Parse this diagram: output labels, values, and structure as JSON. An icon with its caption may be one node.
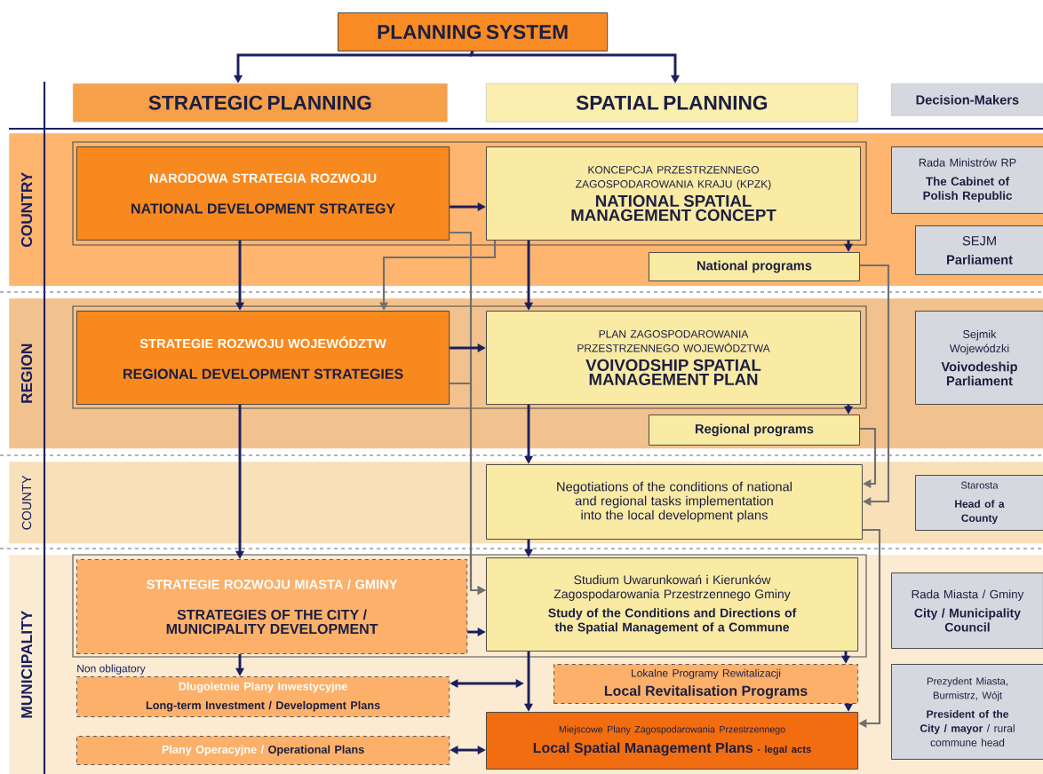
{
  "diagram": {
    "nodes": [
      {
        "text": [
          "PLANNING SYSTEM"
        ]
      },
      {
        "text": [
          "STRATEGIC PLANNING"
        ]
      },
      {
        "text": [
          "SPATIAL PLANNING"
        ]
      },
      {
        "text": [
          "Decision-Makers"
        ]
      },
      {
        "text": [
          "COUNTRY"
        ]
      },
      {
        "text": [
          "NARODOWA STRATEGIA ROZWOJU",
          "NATIONAL DEVELOPMENT STRATEGY"
        ],
        "in": 4
      },
      {
        "text": [
          "KONCEPCJA PRZESTRZENNEGO ZAGOSPODAROWANIA KRAJU (KPZK)",
          "NATIONAL SPATIAL MANAGEMENT CONCEPT"
        ],
        "in": 4
      },
      {
        "text": [
          "National programs"
        ],
        "in": 4
      },
      {
        "text": [
          "Rada Ministrów RP",
          "The Cabinet of Polish Republic"
        ],
        "in": 4
      },
      {
        "text": [
          "SEJM",
          "Parliament"
        ],
        "in": 4
      },
      {
        "text": [
          "REGION"
        ]
      },
      {
        "text": [
          "STRATEGIE ROZWOJU WOJEWÓDZTW",
          "REGIONAL DEVELOPMENT STRATEGIES"
        ],
        "in": 10
      },
      {
        "text": [
          "PLAN ZAGOSPODAROWANIA PRZESTRZENNEGO WOJEWÓDZTWA",
          "VOIVODSHIP SPATIAL MANAGEMENT PLAN"
        ],
        "in": 10
      },
      {
        "text": [
          "Regional programs"
        ],
        "in": 10
      },
      {
        "text": [
          "Sejmik Wojewódzki",
          "Voivodeship Parliament"
        ],
        "in": 10
      },
      {
        "text": [
          "COUNTY"
        ]
      },
      {
        "text": [
          "Negotiations of the conditions of national and regional tasks implementation into the local development plans"
        ],
        "in": 15
      },
      {
        "text": [
          "Starosta",
          "Head of a County"
        ],
        "in": 15
      },
      {
        "text": [
          "MUNICIPALITY"
        ]
      },
      {
        "text": [
          "STRATEGIE ROZWOJU MIASTA / GMINY",
          "STRATEGIES OF THE CITY / MUNICIPALITY DEVELOPMENT"
        ],
        "in": 18
      },
      {
        "text": [
          "Studium Uwarunkowań i Kierunków Zagospodarowania Przestrzennego Gminy",
          "Study of the Conditions and Directions of the Spatial Management of a Commune"
        ],
        "in": 18
      },
      {
        "text": [
          "Rada Miasta / Gminy",
          "City / Municipality Council"
        ],
        "in": 18
      },
      {
        "text": [
          "Dlugoletnie Plany Inwestycyjne",
          "Long-term Investment / Development Plans"
        ],
        "in": 18
      },
      {
        "text": [
          "Lokalne Programy Rewitalizacji",
          "Local Revitalisation Programs"
        ],
        "in": 18
      },
      {
        "text": [
          "Plany Operacyjne /",
          "Operational Plans"
        ],
        "in": 18
      },
      {
        "text": [
          "Miejscowe Plany Zagospodarowania Przestrzennego",
          "Local Spatial Management Plans",
          "- legal acts"
        ],
        "in": 18
      },
      {
        "text": [
          "Prezydent Miasta, Burmistrz, Wójt",
          "**President of the City / mayor** / rural commune head"
        ],
        "in": 18
      }
    ],
    "edges": [
      {
        "from": 0,
        "to": 1,
        "arrow": "to"
      },
      {
        "from": 0,
        "to": 2,
        "arrow": "to"
      },
      {
        "from": 5,
        "to": 6,
        "arrow": "to"
      },
      {
        "from": 5,
        "to": 11,
        "arrow": "to"
      },
      {
        "from": 6,
        "to": 12,
        "arrow": "to"
      },
      {
        "from": 6,
        "to": 7,
        "arrow": "to"
      },
      {
        "from": 6,
        "to": 11,
        "arrow": "to",
        "color": "#707070"
      },
      {
        "from": 5,
        "to": 20,
        "arrow": "to",
        "color": "#707070"
      },
      {
        "from": 11,
        "to": 20,
        "arrow": "to",
        "color": "#707070"
      },
      {
        "from": 11,
        "to": 12,
        "arrow": "to"
      },
      {
        "from": 12,
        "to": 13,
        "arrow": "to"
      },
      {
        "from": 12,
        "to": 16,
        "arrow": "to"
      },
      {
        "from": 7,
        "to": 16,
        "arrow": "to",
        "color": "#707070"
      },
      {
        "from": 13,
        "to": 16,
        "arrow": "to",
        "color": "#707070"
      },
      {
        "from": 11,
        "to": 19,
        "arrow": "to"
      },
      {
        "from": 16,
        "to": 20,
        "arrow": "to"
      },
      {
        "from": 16,
        "to": 25,
        "arrow": "to",
        "color": "#707070"
      },
      {
        "from": 19,
        "to": 20,
        "arrow": "to"
      },
      {
        "from": 19,
        "to": 22,
        "arrow": "to"
      },
      {
        "from": 20,
        "to": 25,
        "arrow": "to"
      },
      {
        "from": 20,
        "to": 23,
        "arrow": "to"
      },
      {
        "from": 23,
        "to": 25,
        "arrow": "to"
      },
      {
        "from": 22,
        "to": null,
        "arrow": "both"
      },
      {
        "from": 24,
        "to": 25,
        "arrow": "both"
      }
    ],
    "labels": [
      "Non obligatory"
    ]
  }
}
